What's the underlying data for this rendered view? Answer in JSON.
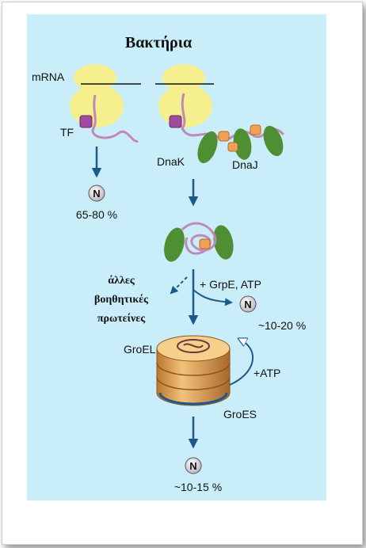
{
  "title": "Βακτήρια",
  "labels": {
    "mrna": "mRNA",
    "tf": "TF",
    "dnak": "DnaK",
    "dnaj": "DnaJ",
    "grpe_atp": "+ GrpE, ATP",
    "atp": "+ATP",
    "groel": "GroEL",
    "groes": "GroES"
  },
  "other_helpers": [
    "άλλες",
    "βοηθητικές",
    "πρωτείνες"
  ],
  "native_symbol": "N",
  "percentages": {
    "tf_path": "65-80 %",
    "dnak_path": "~10-20 %",
    "groel_path": "~10-15 %"
  },
  "colors": {
    "background": "#c9eef9",
    "ribosome": "#f5ef8e",
    "trigger_factor": "#a04aa0",
    "dnak": "#4f8f34",
    "dnaj": "#f2a055",
    "polypeptide": "#c08ab8",
    "groel": "#e0a45a",
    "arrow": "#1c5a8c"
  }
}
